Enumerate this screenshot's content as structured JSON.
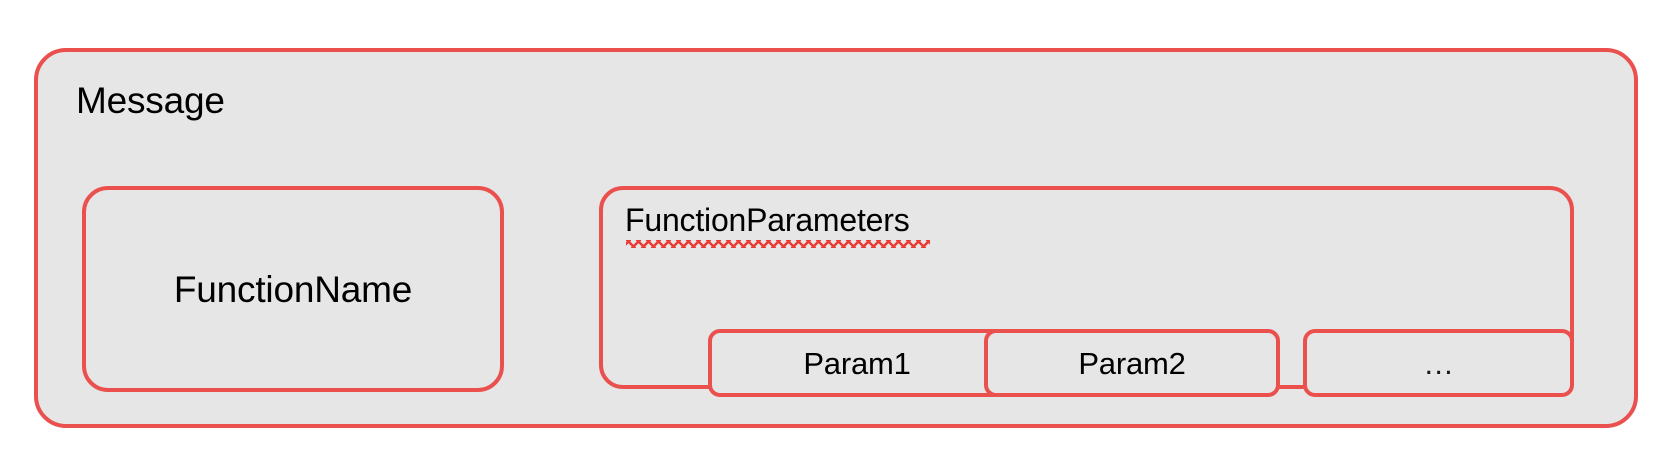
{
  "diagram": {
    "title": "Message",
    "colors": {
      "border": "#ea504d",
      "fill": "#e6e6e6",
      "text": "#000000",
      "spellcheck_underline": "#ea3b34",
      "page_background": "#ffffff"
    },
    "message_box": {
      "label": "Message"
    },
    "function_name_box": {
      "label": "FunctionName"
    },
    "function_parameters_box": {
      "label": "FunctionParameters",
      "label_has_spellcheck_underline": true,
      "params": [
        {
          "label": "Param1"
        },
        {
          "label": "Param2"
        },
        {
          "label": "…"
        }
      ]
    }
  }
}
